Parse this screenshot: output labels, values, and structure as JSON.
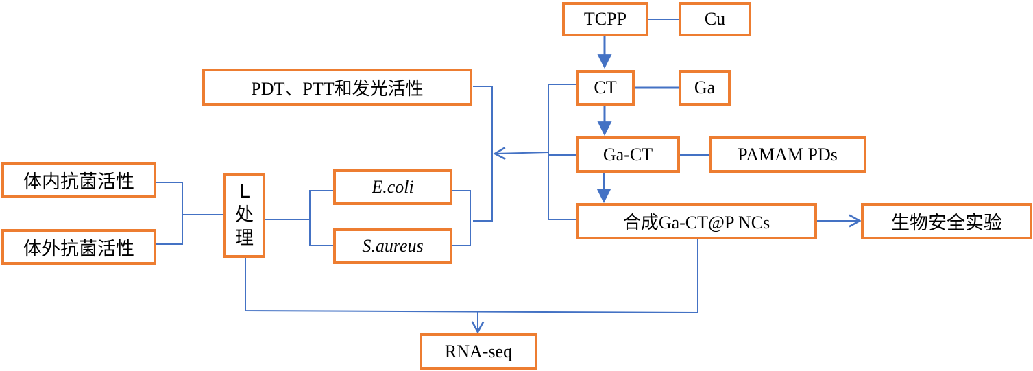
{
  "nodes": {
    "tcpp": "TCPP",
    "cu": "Cu",
    "ct": "CT",
    "ga": "Ga",
    "ga_ct": "Ga-CT",
    "pamam": "PAMAM PDs",
    "synth": "合成Ga-CT@P NCs",
    "biosafety": "生物安全实验",
    "pdt": "PDT、PTT和发光活性",
    "invivo": "体内抗菌活性",
    "invitro": "体外抗菌活性",
    "l_char1": "L",
    "l_char2": "处",
    "l_char3": "理",
    "ecoli": "E.coli",
    "saureus": "S.aureus",
    "rnaseq": "RNA-seq"
  },
  "colors": {
    "box_border": "#ED7D31",
    "connector": "#4472C4"
  }
}
